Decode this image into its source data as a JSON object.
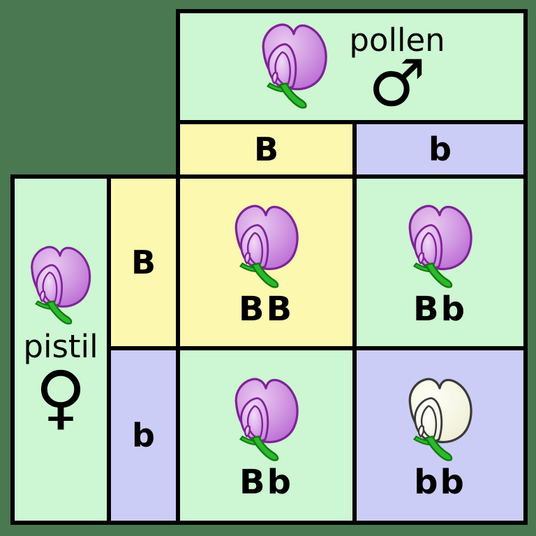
{
  "canvas": {
    "background": "#4a7850",
    "grid_line_color": "#000000"
  },
  "palette": {
    "mint": "#cdf6d2",
    "yellow": "#fcf8b0",
    "lavender": "#cccdf6"
  },
  "flower_colors": {
    "purple": {
      "outline": "#7e2397",
      "petal_light": "#e9c9f0",
      "petal_mid": "#d29ae2",
      "petal_deep": "#b763d3",
      "keel_light": "#f0dcf6",
      "keel_mid": "#ddaeea",
      "keel_deep": "#c382d8"
    },
    "white": {
      "outline": "#3a3a3a",
      "petal_light": "#fdfdf6",
      "petal_mid": "#f7f7e6",
      "petal_deep": "#ecebd4",
      "keel_light": "#ffffff",
      "keel_mid": "#f8f8ec",
      "keel_deep": "#eeeedb"
    },
    "stem": "#2db82d",
    "stem_outline": "#117a11"
  },
  "pollen_header": {
    "label": "pollen",
    "symbol": "♂",
    "flower": "purple",
    "bg": "mint"
  },
  "pistil_header": {
    "label": "pistil",
    "symbol": "♀",
    "flower": "purple",
    "bg": "mint"
  },
  "col_headers": [
    {
      "allele": "B",
      "bg": "yellow"
    },
    {
      "allele": "b",
      "bg": "lavender"
    }
  ],
  "row_headers": [
    {
      "allele": "B",
      "bg": "yellow"
    },
    {
      "allele": "b",
      "bg": "lavender"
    }
  ],
  "offspring_cells": [
    {
      "genotype": "BB",
      "bg": "yellow",
      "flower": "purple",
      "row": 0,
      "col": 0
    },
    {
      "genotype": "Bb",
      "bg": "mint",
      "flower": "purple",
      "row": 0,
      "col": 1
    },
    {
      "genotype": "Bb",
      "bg": "mint",
      "flower": "purple",
      "row": 1,
      "col": 0
    },
    {
      "genotype": "bb",
      "bg": "lavender",
      "flower": "white",
      "row": 1,
      "col": 1
    }
  ]
}
